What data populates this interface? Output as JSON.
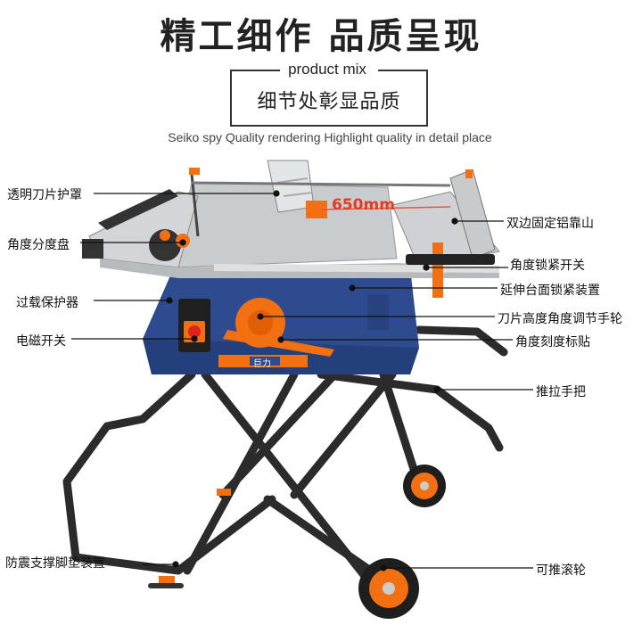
{
  "header": {
    "title": "精工细作 品质呈现",
    "mix_label": "product mix",
    "subtitle": "细节处彰显品质",
    "english": "Seiko spy Quality rendering Highlight quality in detail place"
  },
  "dimension": "650mm",
  "brand_plate": "巨力",
  "labels_left": [
    "透明刀片护罩",
    "角度分度盘",
    "过载保护器",
    "电磁开关",
    "防震支撑脚垫装置"
  ],
  "labels_right": [
    "双边固定铝靠山",
    "角度锁紧开关",
    "延伸台面锁紧装置",
    "刀片高度角度调节手轮",
    "角度刻度标贴",
    "推拉手把",
    "可推滚轮"
  ],
  "colors": {
    "accent": "#f26f12",
    "body_blue": "#2d4b8e",
    "frame": "#2b2b2b",
    "table": "#c9cccf"
  }
}
